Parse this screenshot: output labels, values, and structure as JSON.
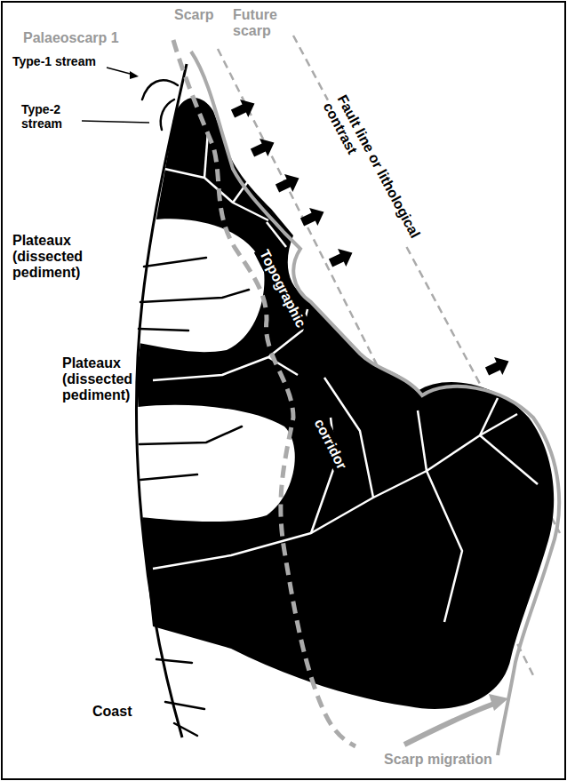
{
  "diagram": {
    "labels": [
      "Palaeoscarp 1",
      "Scarp",
      "Future scarp",
      "Type-1 stream",
      "Type-2 stream",
      "Fault line or lithological contrast",
      "Plateaux (dissected pediment)",
      "Topographic",
      "Plateaux (dissected pediment)",
      "corridor",
      "Coast",
      "Scarp migration"
    ]
  }
}
